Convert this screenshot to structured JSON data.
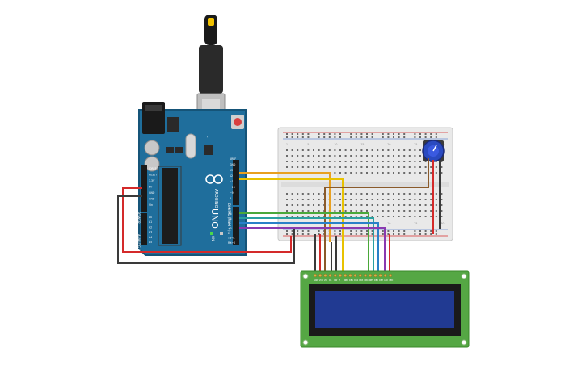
{
  "arduino": {
    "brand": "ARDUINO",
    "model": "UNO",
    "analog_label": "ANALOG IN",
    "power_label": "POWER",
    "digital_label": "DIGITAL (PWM ~)",
    "tx_label": "TX",
    "rx_label": "RX",
    "l_label": "L",
    "on_label": "ON",
    "header_top": [
      "AREF",
      "GND",
      "13",
      "12",
      "~11",
      "~10",
      "~9",
      "8"
    ],
    "header_bottom": [
      "7",
      "~6",
      "~5",
      "4",
      "~3",
      "2",
      "TX→1",
      "RX←0"
    ],
    "power_pins": [
      "IOREF",
      "RESET",
      "3.3V",
      "5V",
      "GND",
      "GND",
      "Vin"
    ],
    "analog_pins": [
      "A0",
      "A1",
      "A2",
      "A3",
      "A4",
      "A5"
    ]
  },
  "breadboard": {
    "columns_top": [
      "1",
      "5",
      "10",
      "15",
      "20",
      "25",
      "30"
    ],
    "rows": [
      "a",
      "b",
      "c",
      "d",
      "e",
      "f",
      "g",
      "h",
      "i",
      "j"
    ]
  },
  "lcd": {
    "pins": [
      "GND",
      "VCC",
      "VO",
      "RS",
      "RW",
      "E",
      "DB0",
      "DB1",
      "DB2",
      "DB3",
      "DB4",
      "DB5",
      "DB6",
      "DB7",
      "LED",
      "LED"
    ]
  },
  "colors": {
    "board": "#1f6e9c",
    "board_dark": "#155478",
    "breadboard": "#e9e9e9",
    "lcd_pcb": "#55a744",
    "lcd_screen": "#213a92",
    "wire_red": "#d42a2a",
    "wire_black": "#3a3a3a",
    "wire_orange": "#e8a020",
    "wire_yellow": "#e8c200",
    "wire_brown": "#8a5a2a",
    "wire_green": "#4aa83a",
    "wire_blue": "#2a80c8",
    "wire_purple": "#8a3ab0",
    "wire_teal": "#2aa0a0"
  }
}
